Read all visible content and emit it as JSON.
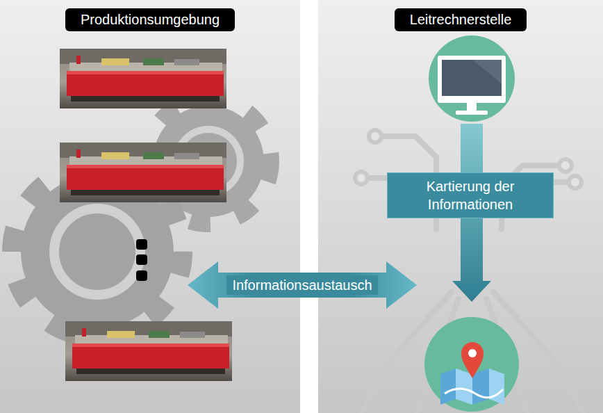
{
  "diagram": {
    "nodes": [
      {
        "text": [
          "Produktionsumgebung"
        ]
      },
      {
        "text": [
          "Leitrechnerstelle"
        ]
      }
    ],
    "edges": [
      {
        "from": 0,
        "to": 1,
        "arrow": "both",
        "label": "Informationsaustausch"
      }
    ],
    "labels": [
      "Kartierung der Informationen"
    ]
  }
}
